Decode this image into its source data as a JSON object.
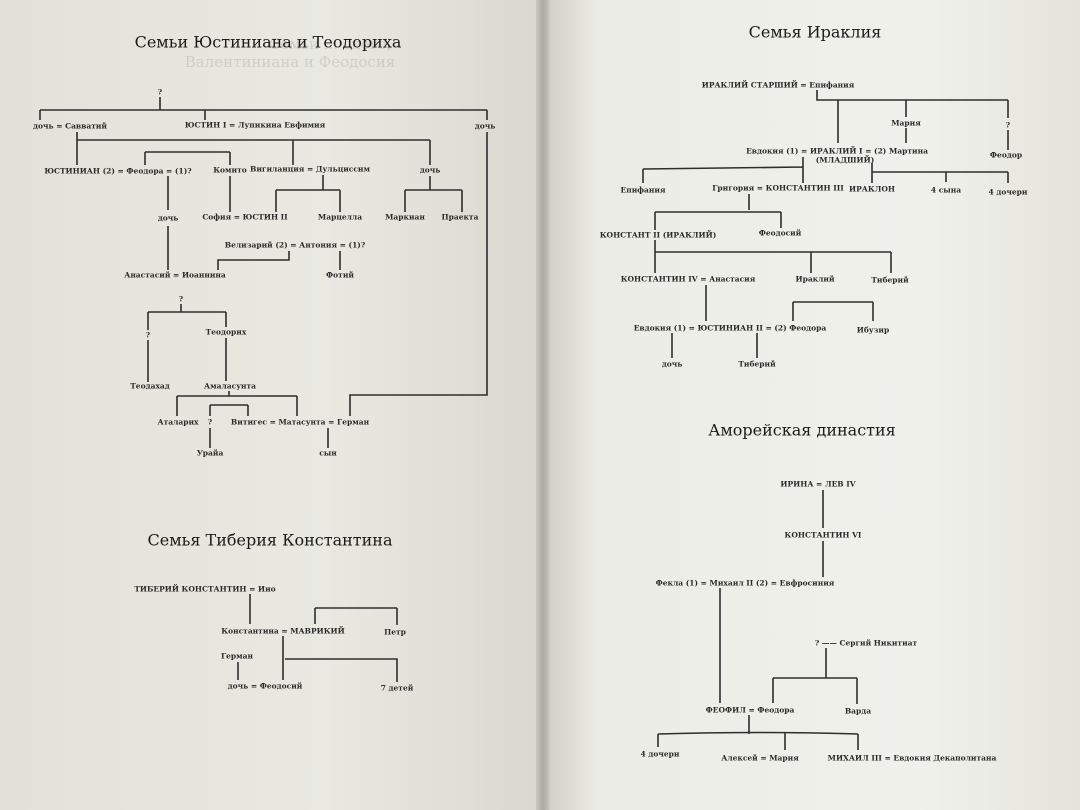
{
  "left_page": {
    "title_1": "Семьи Юстиниана и Теодориха",
    "bleed_through": [
      "Семьи ... ского,",
      "Валентиниана и Феодосия"
    ],
    "tree_1": [
      "?",
      "дочь = Савватий",
      "ЮСТИН I = Лупикина Евфимия",
      "дочь",
      "ЮСТИНИАН (2) = Феодора = (1)?",
      "Комито",
      "Вигиланция = Дульциссим",
      "дочь",
      "дочь",
      "София = ЮСТИН II",
      "Марцелла",
      "Маркиан",
      "Праекта",
      "Велизарий (2) = Антония = (1)?",
      "Анастасий = Иоаннина",
      "Фотий",
      "?",
      "?",
      "Теодорих",
      "Теодахад",
      "Амаласунта",
      "Аталарих",
      "?",
      "Витигес = Матасунта = Герман",
      "Урайа",
      "сын"
    ],
    "title_2": "Семья Тиберия Константина",
    "tree_2": [
      "ТИБЕРИЙ КОНСТАНТИН = Иио",
      "Константина = МАВРИКИЙ",
      "Петр",
      "Герман",
      "дочь = Феодосий",
      "7 детей"
    ]
  },
  "right_page": {
    "title_1": "Семья Ираклия",
    "tree_1": [
      "ИРАКЛИЙ СТАРШИЙ = Епифания",
      "Мария",
      "?",
      "Евдокия (1) = ИРАКЛИЙ I = (2) Мартина",
      "(МЛАДШИЙ)",
      "Феодор",
      "Епифания",
      "Григория = КОНСТАНТИН III",
      "ИРАКЛОН",
      "4 сына",
      "4 дочери",
      "КОНСТАНТ II (ИРАКЛИЙ)",
      "Феодосий",
      "КОНСТАНТИН IV = Анастасия",
      "Ираклий",
      "Тиберий",
      "Евдокия (1) = ЮСТИНИАН II = (2) Феодора",
      "Ибузир",
      "дочь",
      "Тиберий"
    ],
    "title_2": "Аморейская династия",
    "tree_2": [
      "ИРИНА = ЛЕВ IV",
      "КОНСТАНТИН VI",
      "Фекла (1) = Михаил II (2) = Евфросиния",
      "? —— Сергий Никитиат",
      "ФЕОФИЛ = Феодора",
      "Варда",
      "4 дочери",
      "Алексей = Мария",
      "МИХАИЛ III = Евдокия Декаполитана"
    ]
  },
  "colors": {
    "ink": "#2a2a2a",
    "paper": "#ebebe4"
  }
}
